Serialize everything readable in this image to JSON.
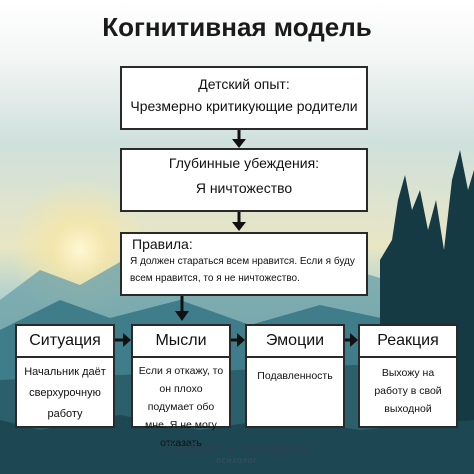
{
  "title": "Когнитивная модель",
  "childhood": {
    "heading": "Детский опыт:",
    "text": "Чрезмерно критикующие родители"
  },
  "beliefs": {
    "heading": "Глубинные убеждения:",
    "text": "Я ничтожество"
  },
  "rules": {
    "heading": "Правила:",
    "text": "Я должен стараться всем нравится. Если я буду всем нравится, то я не ничтожество."
  },
  "situation": {
    "heading": "Ситуация",
    "text": "Начальник даёт сверхурочную работу"
  },
  "thoughts": {
    "heading": "Мысли",
    "text": "Если я откажу, то он плохо подумает обо мне. Я не могу отказать"
  },
  "emotions": {
    "heading": "Эмоции",
    "text": "Подавленность"
  },
  "reaction": {
    "heading": "Реакция",
    "text": "Выхожу на работу в свой выходной"
  },
  "signature": "Любовь Елизарова",
  "signature_sub": "ПСИХОЛОГ",
  "colors": {
    "sky_top": "#3d6f8e",
    "sky_mid": "#a9c9c8",
    "sun": "#f6e6a8",
    "mountain": "#2f6576",
    "forest": "#163a44",
    "water": "#3f7d8a"
  }
}
